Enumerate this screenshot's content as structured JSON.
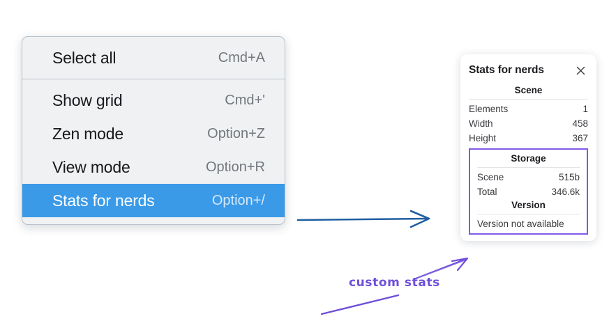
{
  "menu": {
    "sections": [
      {
        "items": [
          {
            "label": "Select all",
            "shortcut": "Cmd+A",
            "selected": false
          }
        ]
      },
      {
        "items": [
          {
            "label": "Show grid",
            "shortcut": "Cmd+'",
            "selected": false
          },
          {
            "label": "Zen mode",
            "shortcut": "Option+Z",
            "selected": false
          },
          {
            "label": "View mode",
            "shortcut": "Option+R",
            "selected": false
          },
          {
            "label": "Stats for nerds",
            "shortcut": "Option+/",
            "selected": true
          }
        ]
      }
    ],
    "highlight_color": "#3b9ae8"
  },
  "stats_panel": {
    "title": "Stats for nerds",
    "close_icon": "close-icon",
    "scene": {
      "heading": "Scene",
      "rows": [
        {
          "label": "Elements",
          "value": "1"
        },
        {
          "label": "Width",
          "value": "458"
        },
        {
          "label": "Height",
          "value": "367"
        }
      ]
    },
    "storage": {
      "heading": "Storage",
      "rows": [
        {
          "label": "Scene",
          "value": "515b"
        },
        {
          "label": "Total",
          "value": "346.6k"
        }
      ]
    },
    "version": {
      "heading": "Version",
      "text": "Version not available"
    },
    "highlight_border_color": "#8259e8"
  },
  "annotations": {
    "custom_stats_label": "custom stats",
    "arrow_blue_color": "#1f5fa0",
    "arrow_purple_color": "#6f4fd8"
  }
}
